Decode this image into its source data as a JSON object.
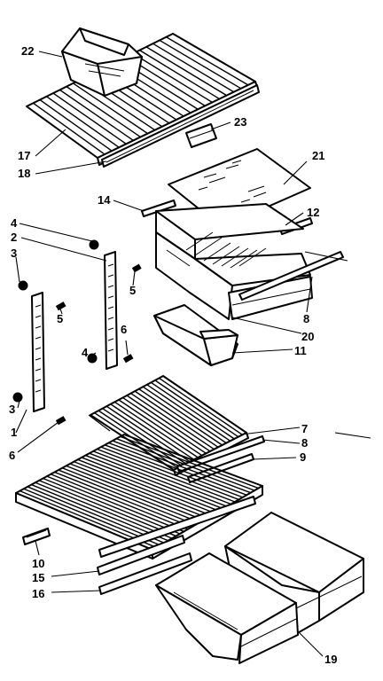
{
  "callouts": {
    "c1": "1",
    "c2": "2",
    "c3a": "3",
    "c3b": "3",
    "c4a": "4",
    "c4b": "4",
    "c5a": "5",
    "c5b": "5",
    "c6a": "6",
    "c6b": "6",
    "c7": "7",
    "c8a": "8",
    "c8b": "8",
    "c9": "9",
    "c10": "10",
    "c11": "11",
    "c12": "12",
    "c14": "14",
    "c15": "15",
    "c16": "16",
    "c17": "17",
    "c18": "18",
    "c19": "19",
    "c20": "20",
    "c21": "21",
    "c22": "22",
    "c23": "23"
  }
}
